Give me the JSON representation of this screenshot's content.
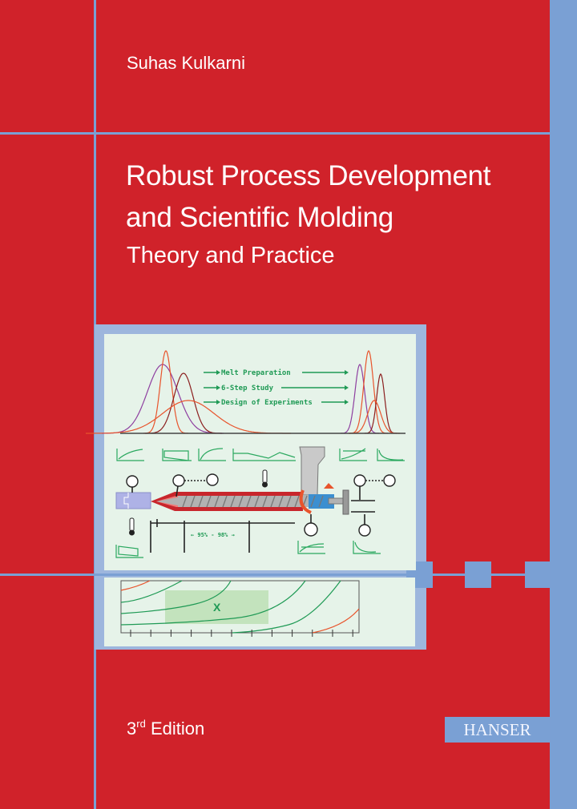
{
  "cover": {
    "author": "Suhas Kulkarni",
    "title_line1": "Robust Process Development",
    "title_line2": "and Scientific Molding",
    "subtitle": "Theory and Practice",
    "edition_number": "3",
    "edition_suffix": "rd",
    "edition_label": "Edition",
    "publisher": "HANSER"
  },
  "illustration": {
    "steps": [
      "Melt Preparation",
      "6-Step Study",
      "Design of Experiments"
    ],
    "range_label": "← 95% - 98% →",
    "window_label": "X"
  },
  "colors": {
    "background": "#d0222a",
    "accent_blue": "#7aa0d4",
    "panel": "#e6f3e9",
    "green": "#1f9a55"
  }
}
